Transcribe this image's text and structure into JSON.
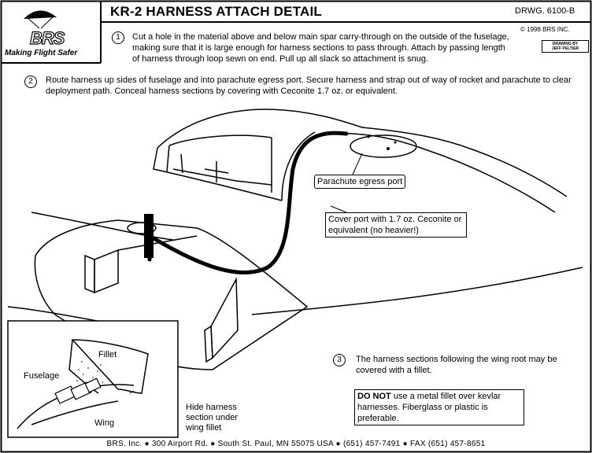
{
  "header": {
    "title": "KR-2 HARNESS ATTACH DETAIL",
    "drawing_number": "DRWG. 6100-B",
    "copyright": "© 1998 BRS INC.",
    "drawn_by_line1": "DRAWING BY",
    "drawn_by_line2": "JEFF PELTIER"
  },
  "logo": {
    "brand": "BRS",
    "tagline": "Making Flight Safer"
  },
  "steps": [
    {
      "number": "1",
      "text": "Cut a hole in the material above and below main spar carry-through on the outside of the fuselage, making sure that it is large enough for harness sections to pass through.  Attach by passing length of harness through loop sewn on end.  Pull up all slack so attachment is snug."
    },
    {
      "number": "2",
      "text": "Route harness up sides of fuselage and into parachute egress port.  Secure harness and strap out of way of rocket and parachute to clear deployment path.  Conceal harness sections by covering with Ceconite 1.7 oz. or equivalent."
    },
    {
      "number": "3",
      "text": "The harness sections following the wing root may be covered with a fillet."
    }
  ],
  "callouts": {
    "egress_port": "Parachute egress port",
    "cover_port": "Cover port with 1.7 oz. Ceconite or equivalent (no heavier!)",
    "warning_bold": "DO NOT",
    "warning_rest": " use a metal fillet over kevlar harnesses.  Fiberglass or plastic is preferable."
  },
  "inset": {
    "fillet": "Fillet",
    "fuselage": "Fuselage",
    "wing": "Wing",
    "caption": "Hide harness section under wing fillet"
  },
  "footer": {
    "text": "BRS, Inc. ●  300 Airport Rd. ●  South St. Paul, MN 55075 USA ●  (651) 457-7491 ● FAX (651) 457-8651"
  }
}
